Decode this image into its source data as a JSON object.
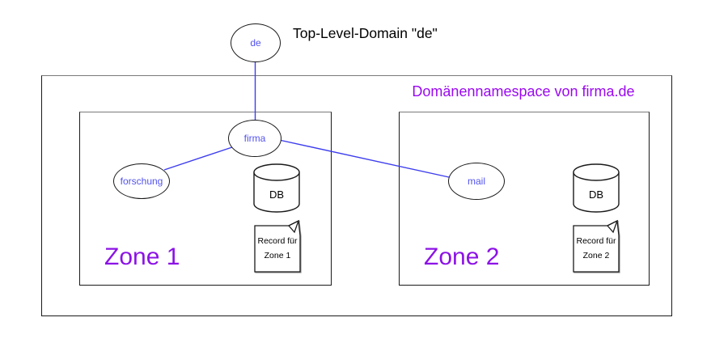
{
  "header": {
    "title": "Top-Level-Domain \"de\""
  },
  "namespace": {
    "label": "Domänennamespace von firma.de"
  },
  "nodes": {
    "de": {
      "label": "de"
    },
    "firma": {
      "label": "firma"
    },
    "forschung": {
      "label": "forschung"
    },
    "mail": {
      "label": "mail"
    }
  },
  "edges": [
    {
      "from": "de",
      "to": "firma"
    },
    {
      "from": "firma",
      "to": "forschung"
    },
    {
      "from": "firma",
      "to": "mail"
    }
  ],
  "zones": [
    {
      "label": "Zone 1",
      "db_label": "DB",
      "record": {
        "line1": "Record für",
        "line2": "Zone 1"
      }
    },
    {
      "label": "Zone 2",
      "db_label": "DB",
      "record": {
        "line1": "Record für",
        "line2": "Zone 2"
      }
    }
  ],
  "colors": {
    "accent_purple": "#9a08f0",
    "node_label_blue": "#5252ee",
    "edge_blue": "#3d3df0",
    "outline_black": "#1a1a1a",
    "background": "#ffffff"
  }
}
